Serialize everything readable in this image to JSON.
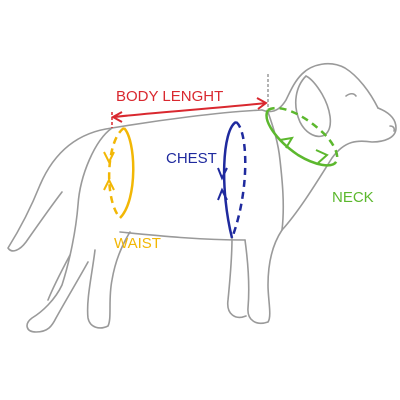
{
  "labels": {
    "body_length": "BODY LENGHT",
    "chest": "CHEST",
    "waist": "WAIST",
    "neck": "NECK"
  },
  "colors": {
    "outline": "#9a9a9a",
    "body_length": "#d9282f",
    "chest": "#1f2a9e",
    "waist": "#f2b705",
    "neck": "#5cb82e",
    "background": "#ffffff"
  }
}
